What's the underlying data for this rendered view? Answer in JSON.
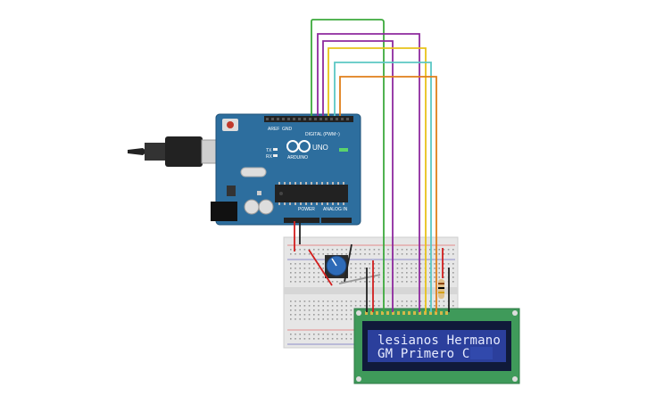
{
  "board": {
    "logo": "UNO",
    "brand": "ARDUINO",
    "digital_label": "DIGITAL (PWM~)",
    "power_label": "POWER",
    "analog_label": "ANALOG IN",
    "aref": "AREF",
    "gnd": "GND",
    "tx": "TX",
    "rx": "RX"
  },
  "lcd": {
    "line1": "lesianos Hermano",
    "line2": "GM Primero C"
  },
  "colors": {
    "board": "#2d6e9e",
    "lcd_pcb": "#3f9a5a",
    "lcd_screen": "#2b3f9c",
    "breadboard": "#e8e8e8",
    "wire_green": "#3daa3d",
    "wire_purple": "#8e2a9e",
    "wire_yellow": "#e8c21a",
    "wire_cyan": "#5bc7c4",
    "wire_orange": "#e07f1a",
    "wire_red": "#d21e1e"
  }
}
